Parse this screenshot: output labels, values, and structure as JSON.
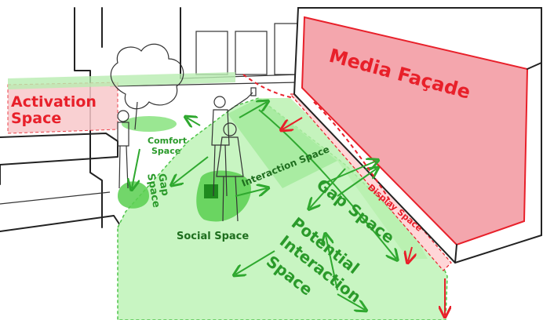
{
  "labels": {
    "media_facade": "Media Façade",
    "activation_line1": "Activation",
    "activation_line2": "Space",
    "comfort_line1": "Comfort",
    "comfort_line2": "Space",
    "gap_left_line1": "Gap",
    "gap_left_line2": "Space",
    "social_space": "Social Space",
    "interaction_space": "Interaction Space",
    "gap_right": "Gap Space",
    "display_space": "Display Space",
    "potential_line1": "Potential",
    "potential_line2": "Interaction",
    "potential_line3": "Space"
  },
  "colors": {
    "facade_fill": "#f4a6ad",
    "facade_red": "#e8202a",
    "zone_green": "#a8eea0",
    "zone_green_dark": "#4fc44a",
    "label_green": "#2a9a2a",
    "ink": "#222222"
  }
}
